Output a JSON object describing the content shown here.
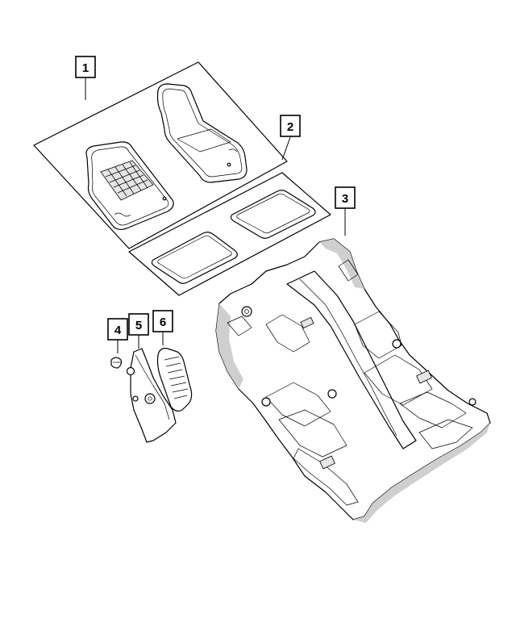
{
  "callouts": [
    {
      "id": "1",
      "label": "1"
    },
    {
      "id": "2",
      "label": "2"
    },
    {
      "id": "3",
      "label": "3"
    },
    {
      "id": "4",
      "label": "4"
    },
    {
      "id": "5",
      "label": "5"
    },
    {
      "id": "6",
      "label": "6"
    }
  ],
  "colors": {
    "line": "#000000",
    "background": "#ffffff",
    "shading": "#cfcfcf"
  }
}
